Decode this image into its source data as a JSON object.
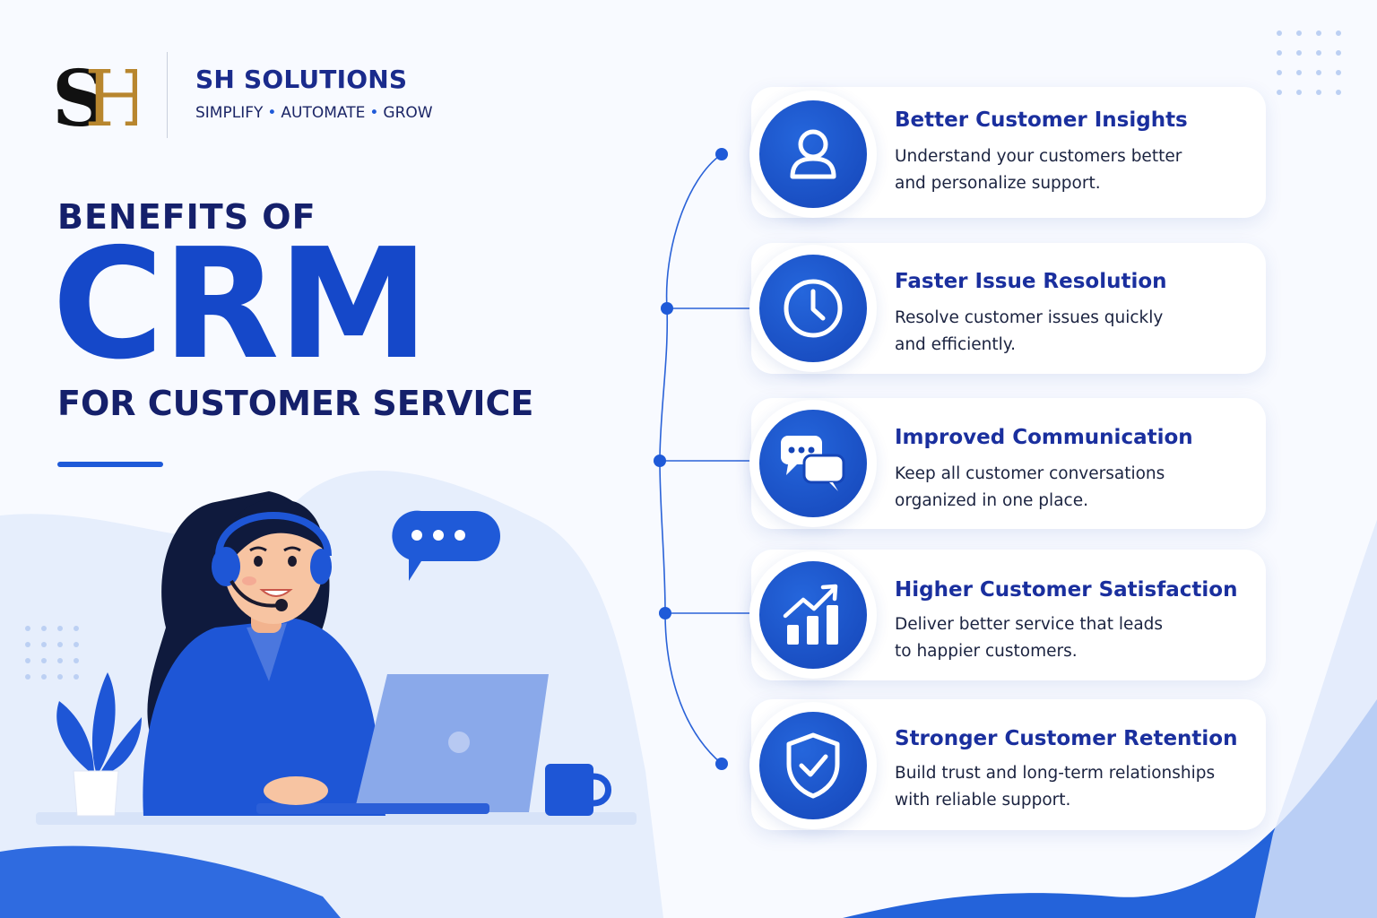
{
  "brand": {
    "monogram": "SH",
    "name": "SH SOLUTIONS",
    "tagline": [
      "SIMPLIFY",
      "AUTOMATE",
      "GROW"
    ],
    "tagline_separator": "•"
  },
  "headline": {
    "top": "BENEFITS OF",
    "main": "CRM",
    "sub": "FOR CUSTOMER SERVICE"
  },
  "benefits": [
    {
      "icon": "user-icon",
      "title": "Better Customer Insights",
      "desc_line1": "Understand your customers better",
      "desc_line2": "and personalize support."
    },
    {
      "icon": "clock-icon",
      "title": "Faster Issue Resolution",
      "desc_line1": "Resolve customer issues quickly",
      "desc_line2": "and efficiently."
    },
    {
      "icon": "chat-bubbles-icon",
      "title": "Improved Communication",
      "desc_line1": "Keep all customer conversations",
      "desc_line2": "organized in one place."
    },
    {
      "icon": "growth-chart-icon",
      "title": "Higher Customer Satisfaction",
      "desc_line1": "Deliver better service that leads",
      "desc_line2": "to happier customers."
    },
    {
      "icon": "shield-check-icon",
      "title": "Stronger Customer Retention",
      "desc_line1": "Build trust and long-term relationships",
      "desc_line2": "with reliable support."
    }
  ],
  "colors": {
    "primary": "#1548c9",
    "navy": "#15206b",
    "accent_blue": "#1f5ad8",
    "logo_gold": "#b8862e",
    "background": "#f8faff"
  }
}
